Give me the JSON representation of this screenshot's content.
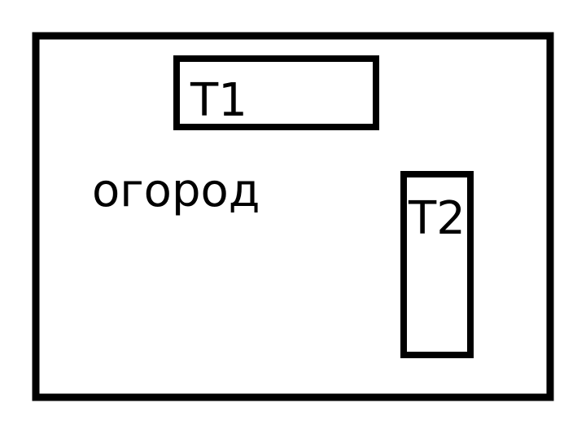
{
  "diagram": {
    "plot_label": "огород",
    "boxes": [
      {
        "label": "T1"
      },
      {
        "label": "T2"
      }
    ],
    "stroke_color": "#000000",
    "background_color": "#ffffff"
  }
}
